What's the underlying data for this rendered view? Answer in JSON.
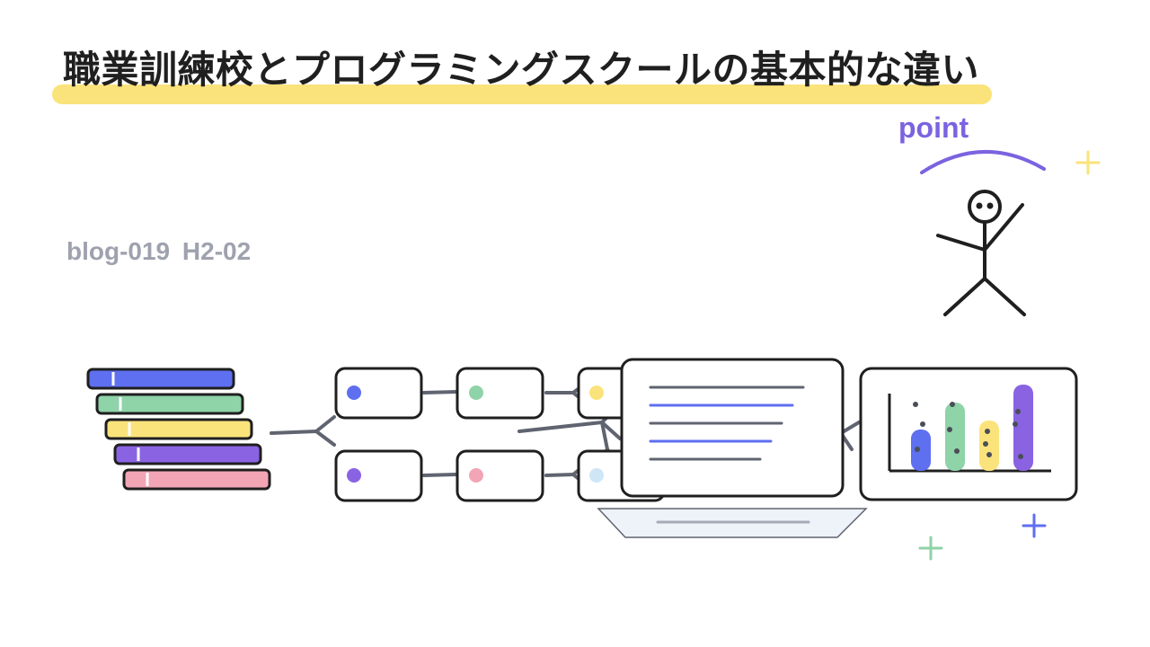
{
  "header": {
    "title": "職業訓練校とプログラミングスクールの基本的な違い",
    "subtitle": "blog-019  H2-02",
    "point_label": "point"
  },
  "colors": {
    "highlight": "#fbe37b",
    "accent_purple": "#7b63e0",
    "blue": "#5e6ff0",
    "green": "#8fd3a8",
    "yellow": "#fbe37b",
    "purple": "#8a63e3",
    "pink": "#f1a5b5",
    "light_blue": "#cfe6f7",
    "outline": "#1f1f1f",
    "connector": "#5f6470"
  },
  "icons": [
    "stacked-books-icon",
    "stick-figure-icon",
    "sparkle-plus-icon",
    "bar-chart-icon",
    "laptop-icon"
  ]
}
